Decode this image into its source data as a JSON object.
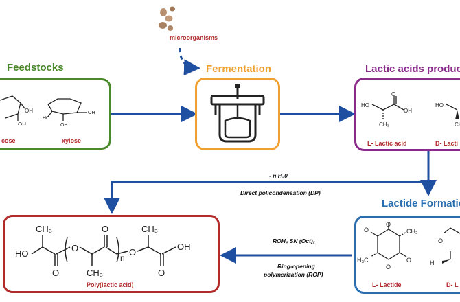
{
  "feedstocks": {
    "title": "Feedstocks",
    "sugar1": "cose",
    "sugar2": "xylose"
  },
  "microorganisms": {
    "label": "microorganisms"
  },
  "fermentation": {
    "title": "Fermentation"
  },
  "lactic": {
    "title": "Lactic acids produc",
    "l_label": "L- Lactic acid",
    "d_label": "D- Lacti"
  },
  "dp": {
    "line1": "- n H₂0",
    "line2": "Direct policondensation (DP)"
  },
  "lactide": {
    "title": "Lactide Formatio",
    "l_label": "L- Lactide",
    "d_label": "D- L"
  },
  "rop": {
    "line1": "ROH₄ SN (Oct)₂",
    "line2": "Ring-opening",
    "line3": "polymerization (ROP)"
  },
  "pla": {
    "label": "Poly(lactic acid)"
  },
  "colors": {
    "green": "#4a8a2a",
    "orange": "#f0a030",
    "purple": "#8a2a8a",
    "blue": "#2a6eb0",
    "red": "#b22a2a",
    "arrow": "#1f4fa0"
  }
}
